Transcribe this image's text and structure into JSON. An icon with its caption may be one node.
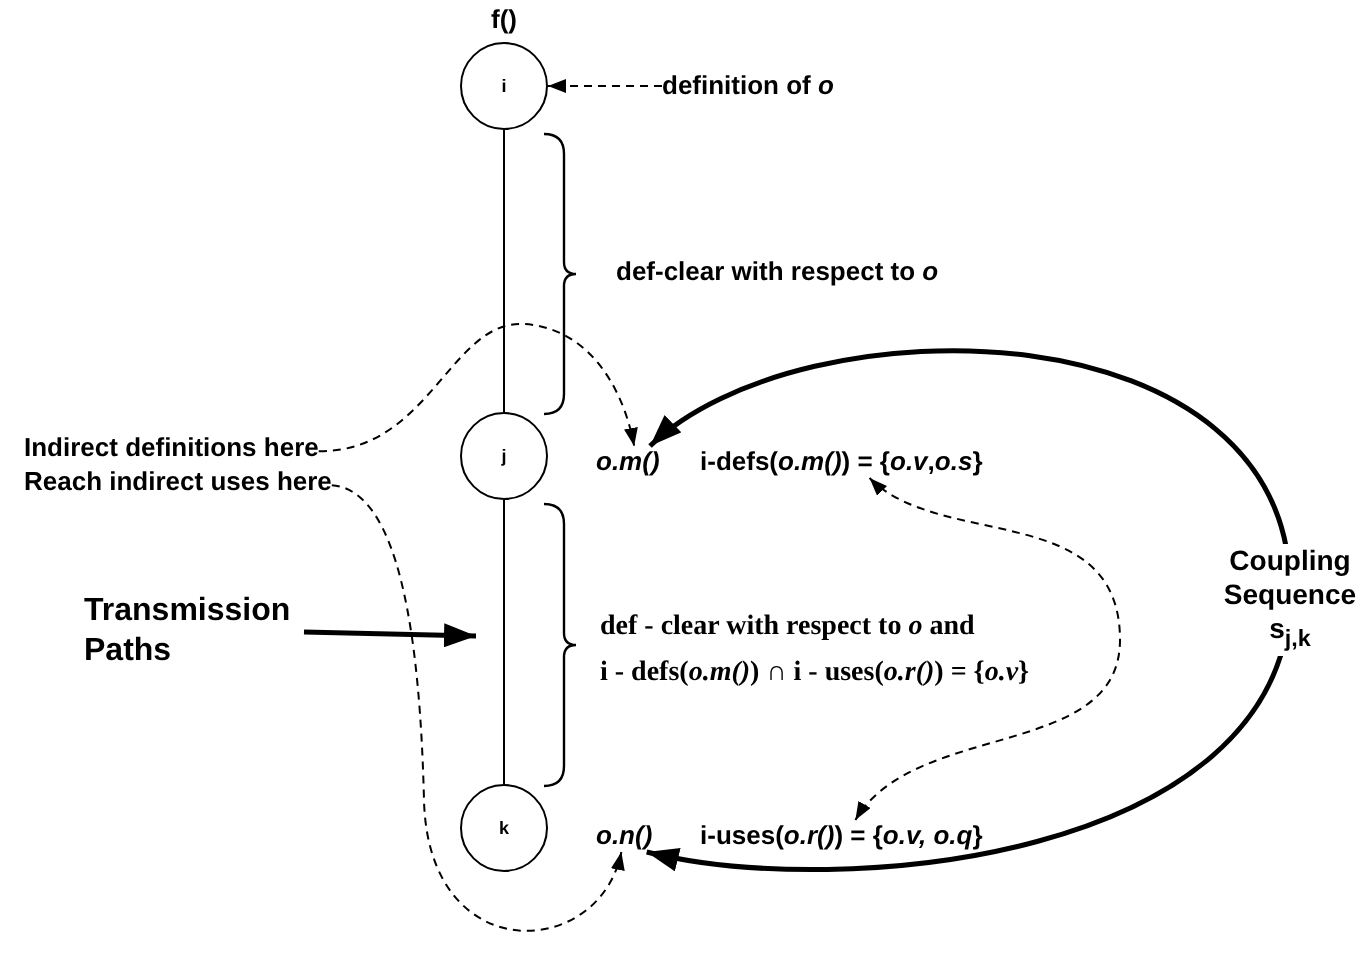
{
  "diagram": {
    "nodes": [
      {
        "text": [
          "i"
        ],
        "beside": [
          "f()"
        ]
      },
      {
        "text": [
          "j"
        ]
      },
      {
        "text": [
          "k"
        ]
      },
      {
        "text": [
          "definition of *o*"
        ]
      },
      {
        "text": [
          "Indirect definitions here"
        ]
      },
      {
        "text": [
          "Reach indirect uses here"
        ]
      },
      {
        "text": [
          "o.m()"
        ]
      },
      {
        "text": [
          "i-defs(*o.m()*) = {*o.v*,*o.s*}"
        ]
      },
      {
        "text": [
          "o.n()"
        ]
      },
      {
        "text": [
          "i-uses(*o.r()*) = {*o.v, o.q*}"
        ]
      },
      {
        "text": [
          "Transmission Paths"
        ]
      }
    ],
    "edges": [
      {
        "from": 3,
        "to": 0,
        "arrow": "to",
        "style": "dashed"
      },
      {
        "from": 0,
        "to": 1,
        "arrow": "none"
      },
      {
        "from": 1,
        "to": 2,
        "arrow": "none"
      },
      {
        "from": 4,
        "to": 6,
        "arrow": "to",
        "style": "dashed"
      },
      {
        "from": 5,
        "to": 8,
        "arrow": "to",
        "style": "dashed"
      },
      {
        "from": 7,
        "to": 9,
        "arrow": "both",
        "style": "dashed"
      },
      {
        "from": 6,
        "to": 8,
        "arrow": "both",
        "style": "thick",
        "label": "Coupling Sequence s$_{j,k}$"
      },
      {
        "from": 10,
        "to": null,
        "arrow": "to",
        "style": "thick"
      }
    ],
    "labels": [
      "def-clear with respect to *o*",
      "def - clear with respect to *o* and",
      "i - defs(*o.m()*) ∩ i - uses(*o.r()*) = {*o.v*}"
    ]
  }
}
